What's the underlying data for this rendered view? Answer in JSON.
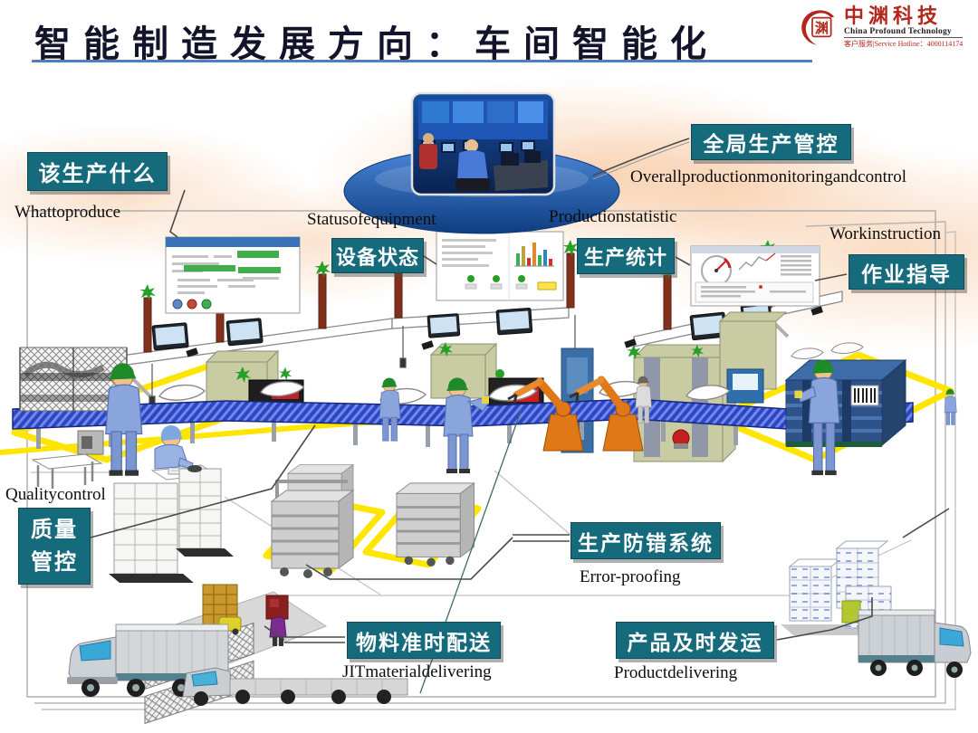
{
  "header": {
    "title": "智能制造发展方向：车间智能化",
    "logo": {
      "zh": "中渊科技",
      "en": "China Profound Technology",
      "hotline": "客户服务|Service Hotline：4000114174",
      "seal_char": "渊"
    }
  },
  "callouts": {
    "what_to_produce": {
      "zh": "该生产什么",
      "en": "Whattoproduce"
    },
    "overall_control": {
      "zh": "全局生产管控",
      "en": "Overallproductionmonitoringandcontrol"
    },
    "equipment_status": {
      "zh": "设备状态",
      "en": "Statusofequipment"
    },
    "production_statistic": {
      "zh": "生产统计",
      "en": "Productionstatistic"
    },
    "work_instruction": {
      "zh": "作业指导",
      "en": "Workinstruction"
    },
    "quality_control": {
      "zh": "质量管控",
      "en": "Qualitycontrol"
    },
    "error_proofing": {
      "zh": "生产防错系统",
      "en": "Error-proofing"
    },
    "jit_material": {
      "zh": "物料准时配送",
      "en": "JITmaterialdelivering"
    },
    "product_delivery": {
      "zh": "产品及时发运",
      "en": "Productdelivering"
    }
  },
  "colors": {
    "callout_teal": "#156a7c",
    "title_underline_blue": "#4d7fc0",
    "logo_red": "#b3261c",
    "floor_marking_yellow": "#ffe500",
    "conveyor_blue": "#2b47c5",
    "robot_orange": "#e07818",
    "ellipse_blue": "#1e62b0"
  }
}
